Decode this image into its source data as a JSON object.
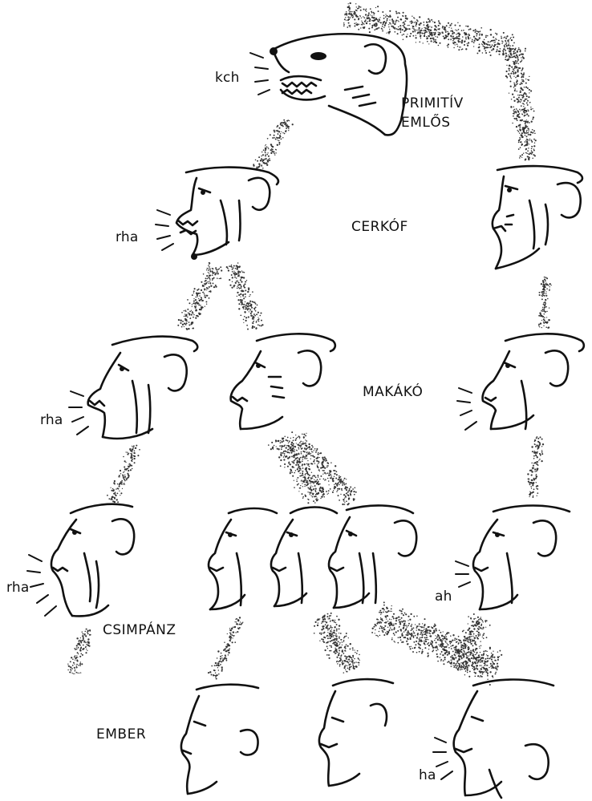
{
  "labels": {
    "primitive_line1": "PRIMITÍV",
    "primitive_line2": "EMLŐS",
    "monkey": "CERKÓF",
    "macaque": "MAKÁKÓ",
    "chimp": "CSIMPÁNZ",
    "human": "EMBER"
  },
  "sounds": {
    "primitive": "kch",
    "monkey": "rha",
    "macaque": "rha",
    "chimp_left": "rha",
    "chimp_right": "ah",
    "human": "ha"
  },
  "colors": {
    "ink": "#111111",
    "stipple": "#333333",
    "background": "#ffffff"
  }
}
